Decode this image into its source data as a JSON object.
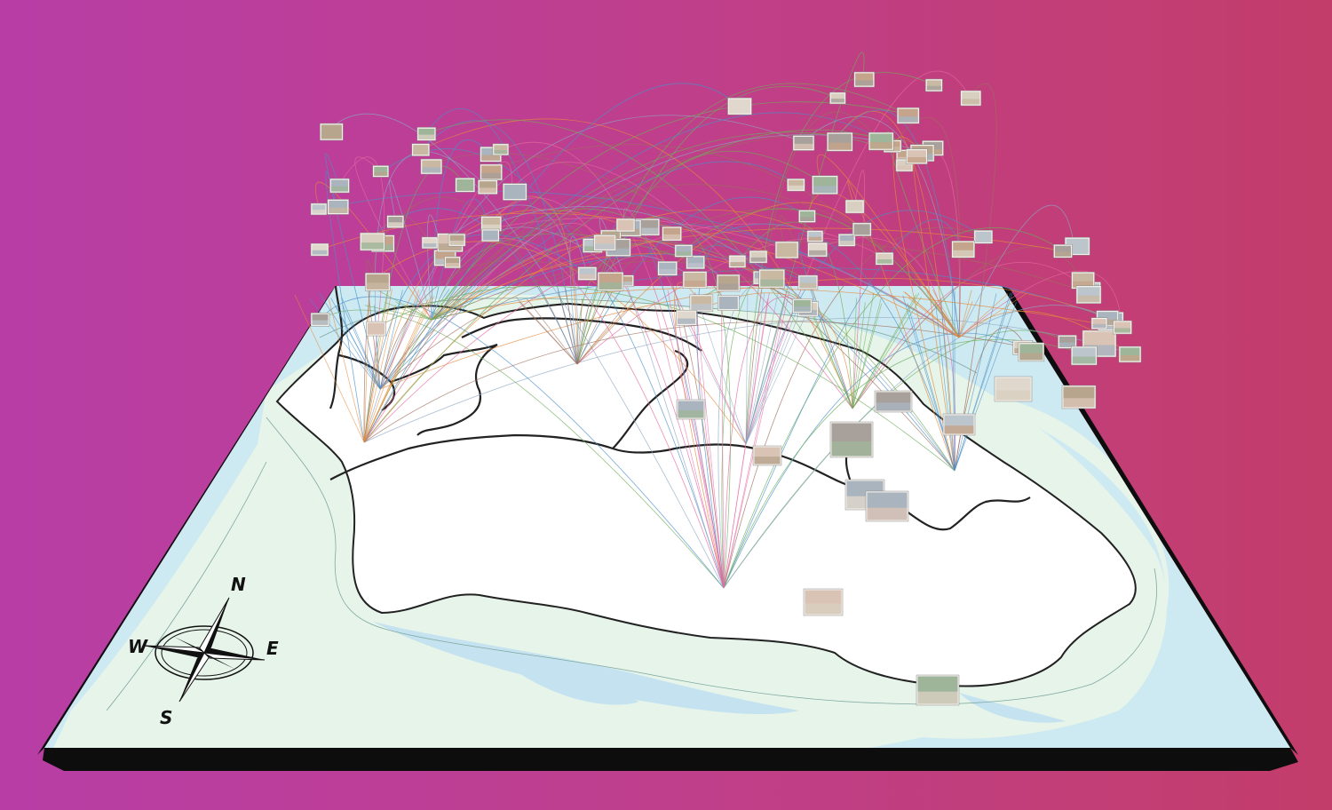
{
  "compass": {
    "north": "N",
    "east": "E",
    "south": "S",
    "west": "W"
  },
  "colors": {
    "background_left": "#b83ea6",
    "background_right": "#c33d6a",
    "sea": "#cde9f1",
    "coastal_band": "#e6f4ea",
    "land": "#ffffff",
    "river": "#c4e2ef",
    "board_side": "#0d0d0d",
    "boundary": "#222222"
  },
  "connection_colors": [
    "#4a90c8",
    "#e58a3a",
    "#6fae5a",
    "#9e6f5c",
    "#e66aa0",
    "#8fa6c4"
  ],
  "photo_tones": [
    "#c9b9a3",
    "#a9b4bf",
    "#d8cfc0",
    "#b7a58e",
    "#9fb59a",
    "#d9c3b5",
    "#bcc4cc",
    "#c4a48a",
    "#e0d8cc",
    "#a8a09a"
  ],
  "photos": {
    "floating_count": 96,
    "on_map_count": 12
  },
  "connections": {
    "hub_count": 9
  }
}
